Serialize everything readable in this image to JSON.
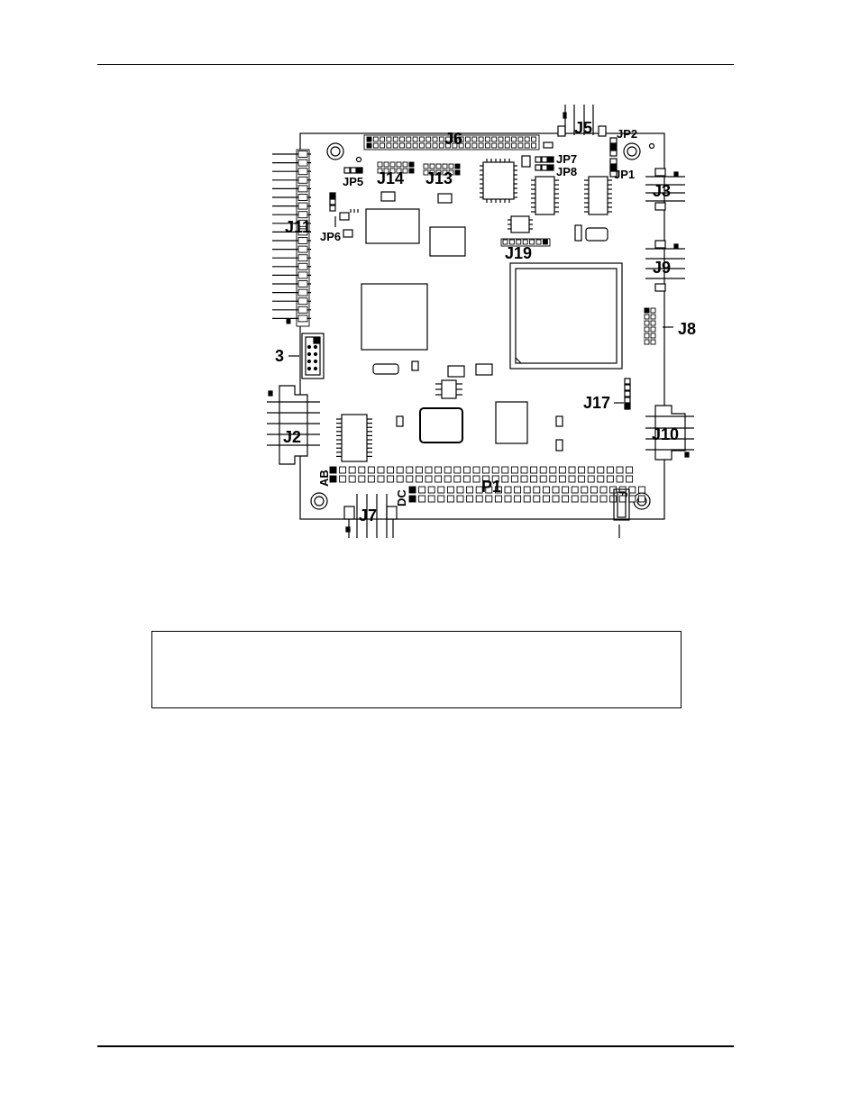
{
  "labels": {
    "J6": "J6",
    "J5": "J5",
    "JP2": "JP2",
    "JP7": "JP7",
    "JP8": "JP8",
    "JP1": "JP1",
    "J3": "J3",
    "JP5": "JP5",
    "J14": "J14",
    "J13": "J13",
    "J11": "J11",
    "JP6": "JP6",
    "J19": "J19",
    "J9": "J9",
    "J8": "J8",
    "three": "3",
    "J17": "J17",
    "J2": "J2",
    "J10": "J10",
    "AB": "AB",
    "P1": "P1",
    "DC": "DC",
    "J7": "J7"
  }
}
